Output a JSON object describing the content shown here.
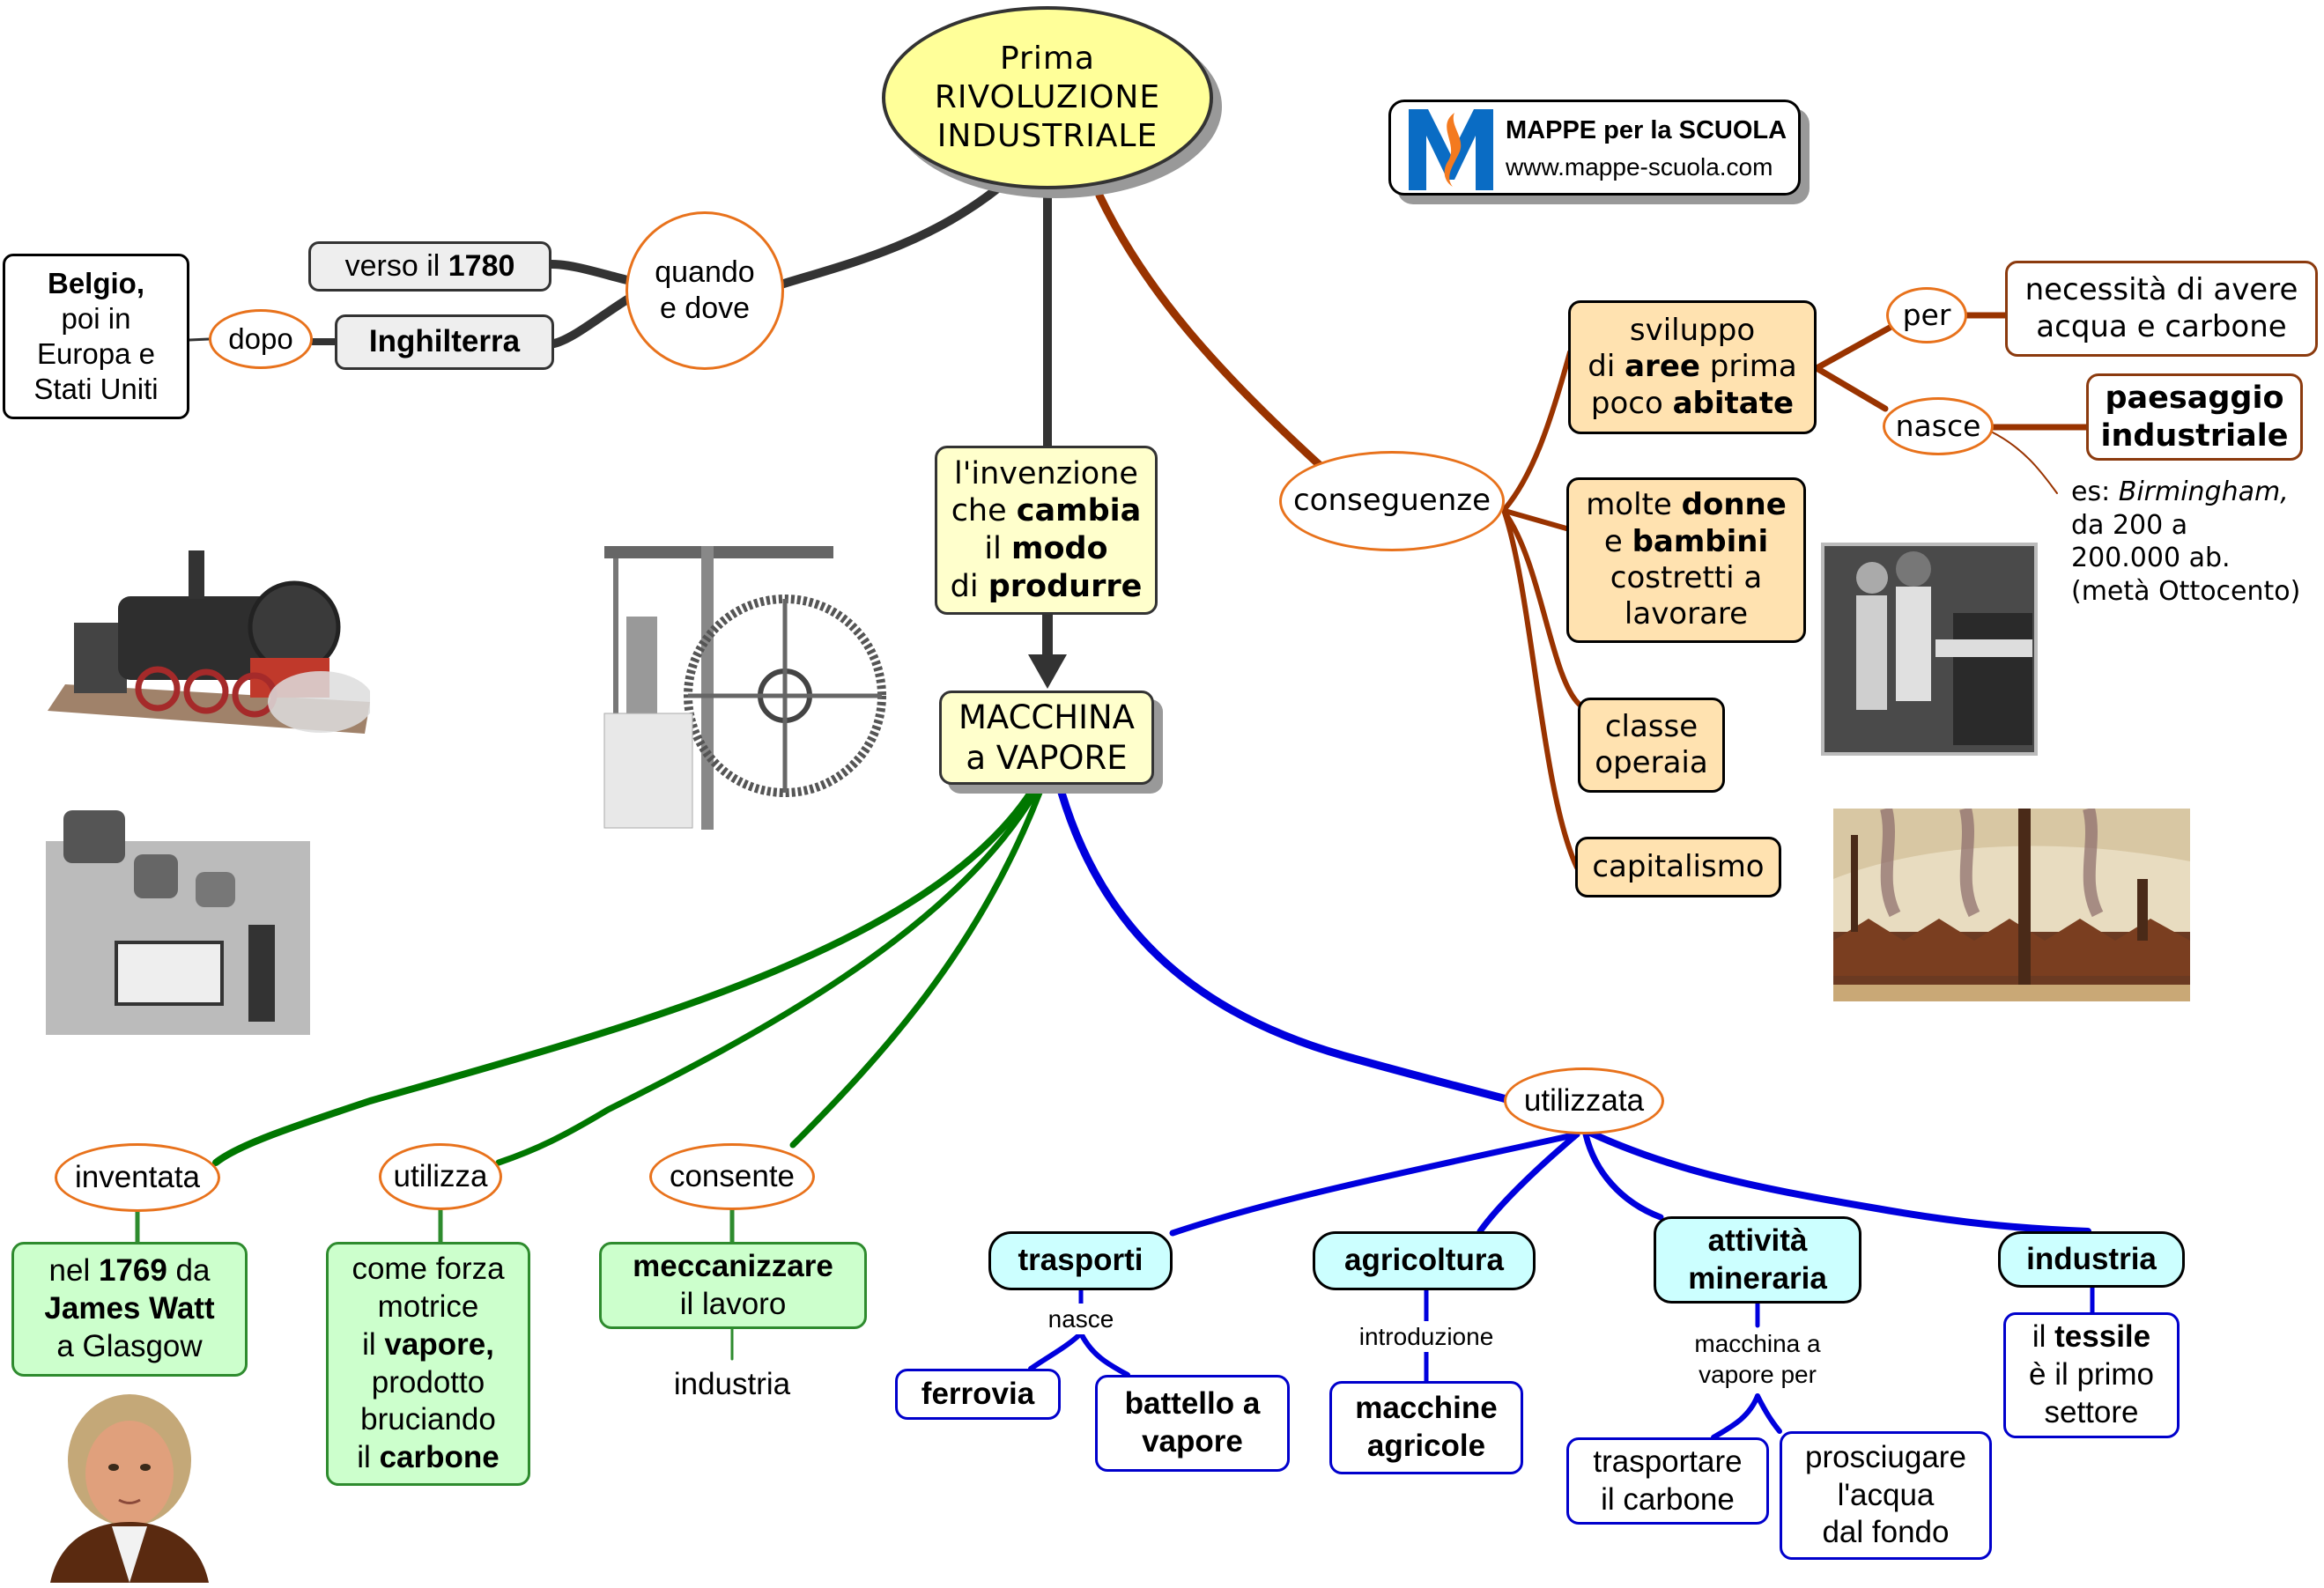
{
  "map": {
    "title": {
      "line1": "Prima",
      "line2": "RIVOLUZIONE",
      "line3": "INDUSTRIALE"
    },
    "logo": {
      "title": "MAPPE per la SCUOLA",
      "url": "www.mappe-scuola.com",
      "icon": "mappe-logo-icon"
    },
    "colors": {
      "main_fill": "#ffff99",
      "link_dark": "#333333",
      "link_brown": "#993300",
      "link_green": "#007700",
      "link_blue": "#0000dd",
      "linker_border": "#e8721c",
      "tan_fill": "#ffe2b0",
      "green_fill": "#ccffcc",
      "cyan_fill": "#ccffff",
      "gray_fill": "#eeeeee"
    },
    "when_where": {
      "linker": "quando\ne dove",
      "time": {
        "pre": "verso il ",
        "bold": "1780"
      },
      "place": "Inghilterra",
      "after_linker": "dopo",
      "later": {
        "bold": "Belgio,",
        "rest": "poi in\nEuropa e\nStati Uniti"
      }
    },
    "invention": {
      "description": [
        {
          "text": "l'invenzione",
          "bold": false
        },
        {
          "text": "che ",
          "bold": false
        },
        {
          "text": "cambia",
          "bold": true
        },
        {
          "text": "il ",
          "bold": false
        },
        {
          "text": "modo",
          "bold": true
        },
        {
          "text": "di ",
          "bold": false
        },
        {
          "text": "produrre",
          "bold": true
        }
      ],
      "machine": "MACCHINA\na VAPORE"
    },
    "consequences": {
      "linker": "conseguenze",
      "items": [
        {
          "parts": [
            "sviluppo",
            "di ",
            "aree",
            " prima",
            "poco ",
            "abitate"
          ]
        },
        {
          "parts": [
            "molte ",
            "donne",
            "e ",
            "bambini",
            "costretti a\nlavorare"
          ]
        },
        {
          "text": "classe\noperaia"
        },
        {
          "text": "capitalismo"
        }
      ],
      "per_linker": "per",
      "per_target": "necessità di avere\nacqua e carbone",
      "nasce_linker": "nasce",
      "nasce_target": "paesaggio\nindustriale",
      "example": {
        "pre": "es: ",
        "italic": "Birmingham,",
        "rest": "da 200 a\n200.000 ab.\n(metà Ottocento)"
      }
    },
    "green_branch": {
      "inventata": {
        "linker": "inventata",
        "parts": [
          "nel ",
          "1769",
          " da",
          "James Watt",
          "a Glasgow"
        ]
      },
      "utilizza": {
        "linker": "utilizza",
        "parts": [
          "come forza\nmotrice",
          "il ",
          "vapore,",
          "prodotto\nbruciando",
          "il ",
          "carbone"
        ]
      },
      "consente": {
        "linker": "consente",
        "parts": [
          "meccanizzare",
          "il lavoro"
        ],
        "sub": "industria"
      }
    },
    "blue_branch": {
      "linker": "utilizzata",
      "trasporti": {
        "label": "trasporti",
        "linker": "nasce",
        "children": [
          "ferrovia",
          "battello a\nvapore"
        ]
      },
      "agricoltura": {
        "label": "agricoltura",
        "linker": "introduzione",
        "children": [
          "macchine\nagricole"
        ]
      },
      "mineraria": {
        "label": "attività\nmineraria",
        "linker": "macchina a\nvapore per",
        "children": [
          "trasportare\nil carbone",
          "prosciugare\nl'acqua\ndal fondo"
        ]
      },
      "industria": {
        "label": "industria",
        "parts": [
          "il ",
          "tessile",
          "è il primo\nsettore"
        ]
      }
    },
    "images": [
      {
        "name": "steam-locomotive-image",
        "alt": "steam locomotive"
      },
      {
        "name": "watt-steam-engine-image",
        "alt": "Watt steam engine engraving"
      },
      {
        "name": "power-loom-image",
        "alt": "power loom factory engraving"
      },
      {
        "name": "child-labor-image",
        "alt": "children working at textile machine"
      },
      {
        "name": "industrial-landscape-image",
        "alt": "factories with smoking chimneys"
      },
      {
        "name": "james-watt-portrait-image",
        "alt": "portrait of James Watt"
      }
    ]
  }
}
